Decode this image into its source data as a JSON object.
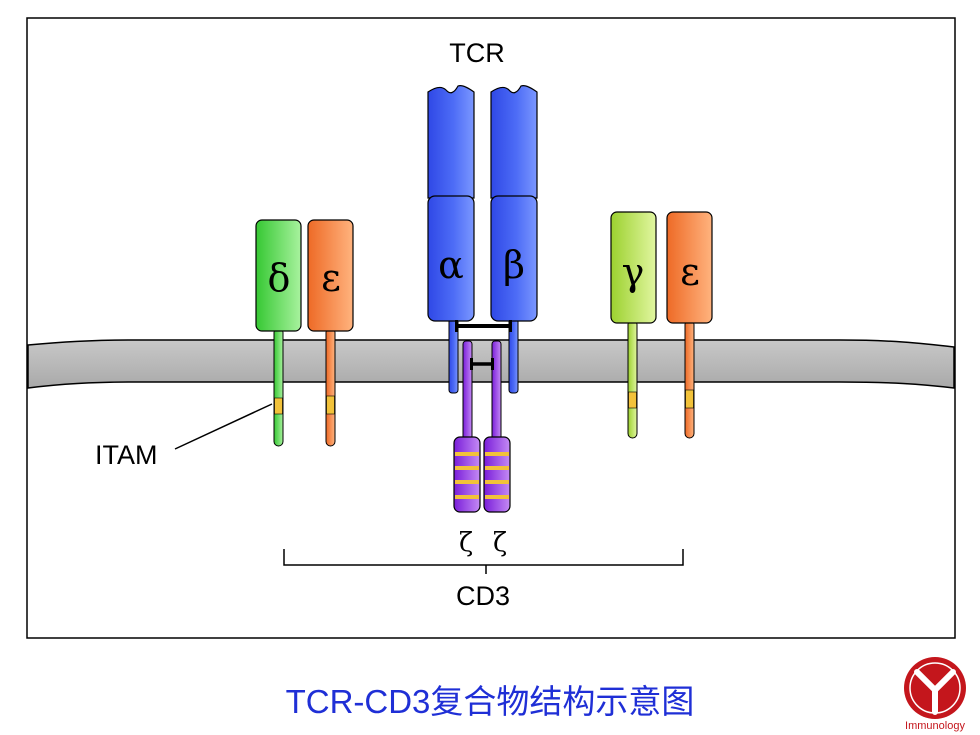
{
  "diagram": {
    "top_label": "TCR",
    "bottom_label": "CD3",
    "itam_label": "ITAM",
    "chains": {
      "alpha": "α",
      "beta": "β",
      "delta": "δ",
      "epsilon_left": "ε",
      "gamma": "γ",
      "epsilon_right": "ε",
      "zeta_left": "ζ",
      "zeta_right": "ζ"
    }
  },
  "caption": "TCR-CD3复合物结构示意图",
  "logo": {
    "text": "Immunology",
    "color": "#c4161c"
  },
  "colors": {
    "membrane": "#bdbdbd",
    "tcr_blue": "#3a5cf0",
    "delta_green": "#4fd34a",
    "epsilon_orange": "#f07a35",
    "gamma_lime": "#a6d43c",
    "zeta_purple": "#8a2be2",
    "itam_yellow": "#f2c23a",
    "caption_blue": "#1f2fd6"
  }
}
